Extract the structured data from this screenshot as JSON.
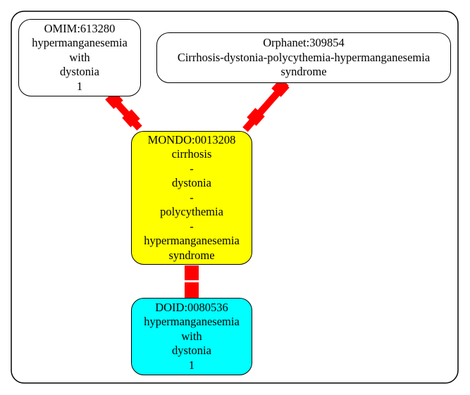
{
  "colors": {
    "mondo_fill": "#ffff00",
    "doid_fill": "#00ffff",
    "plain_fill": "#ffffff",
    "edge": "#ff0000",
    "outline": "#000000"
  },
  "nodes": {
    "omim": [
      "OMIM:613280",
      "hypermanganesemia",
      "with",
      "dystonia",
      "1"
    ],
    "orphanet": [
      "Orphanet:309854",
      "Cirrhosis-dystonia-polycythemia-hypermanganesemia",
      "syndrome"
    ],
    "mondo": [
      "MONDO:0013208",
      "cirrhosis",
      "-",
      "dystonia",
      "-",
      "polycythemia",
      "-",
      "hypermanganesemia",
      "syndrome"
    ],
    "doid": [
      "DOID:0080536",
      "hypermanganesemia",
      "with",
      "dystonia",
      "1"
    ]
  },
  "edges": [
    {
      "from": "omim",
      "to": "mondo"
    },
    {
      "from": "orphanet",
      "to": "mondo"
    },
    {
      "from": "mondo",
      "to": "doid"
    }
  ]
}
